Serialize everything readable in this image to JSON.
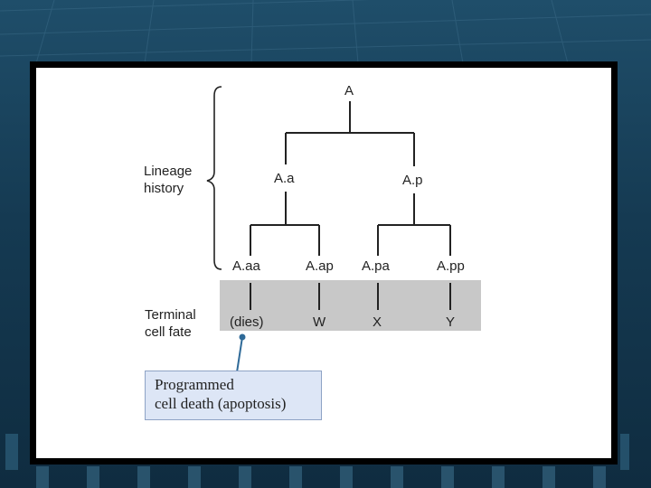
{
  "diagram": {
    "root": "A",
    "level1": {
      "left": "A.a",
      "right": "A.p"
    },
    "level2": [
      "A.aa",
      "A.ap",
      "A.pa",
      "A.pp"
    ],
    "fates": [
      "(dies)",
      "W",
      "X",
      "Y"
    ],
    "section_lineage": {
      "line1": "Lineage",
      "line2": "history"
    },
    "section_fate": {
      "line1": "Terminal",
      "line2": "cell fate"
    },
    "callout": {
      "line1": "Programmed",
      "line2": "cell death (apoptosis)"
    }
  },
  "colors": {
    "background": "#1f4e6a",
    "fate_band": "#c8c8c8",
    "callout_fill": "#dde6f6",
    "pointer": "#2f6a98"
  }
}
